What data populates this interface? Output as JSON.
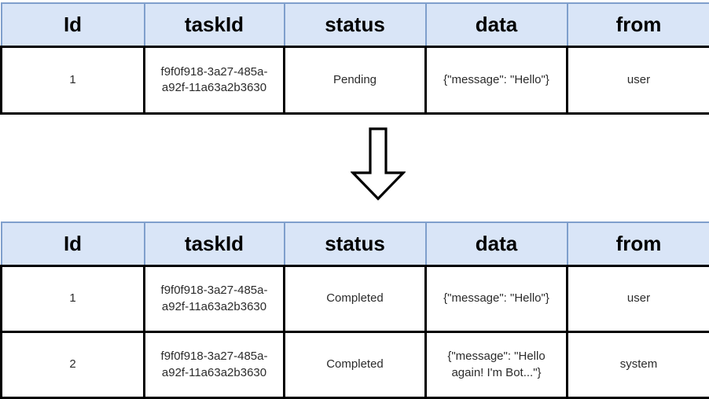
{
  "diagram": {
    "title": "Task table state transition",
    "arrow": {
      "icon": "down-arrow-icon",
      "direction": "down"
    },
    "colors": {
      "header_fill": "#d9e5f7",
      "header_border": "#7f9fcc",
      "body_border": "#000000",
      "text": "#2b2b2b"
    }
  },
  "tables": [
    {
      "name": "before",
      "columns": [
        "Id",
        "taskId",
        "status",
        "data",
        "from"
      ],
      "rows": [
        {
          "id": "1",
          "taskId": "f9f0f918-3a27-485a-a92f-11a63a2b3630",
          "status": "Pending",
          "data": "{\"message\": \"Hello\"}",
          "from": "user"
        }
      ]
    },
    {
      "name": "after",
      "columns": [
        "Id",
        "taskId",
        "status",
        "data",
        "from"
      ],
      "rows": [
        {
          "id": "1",
          "taskId": "f9f0f918-3a27-485a-a92f-11a63a2b3630",
          "status": "Completed",
          "data": "{\"message\": \"Hello\"}",
          "from": "user"
        },
        {
          "id": "2",
          "taskId": "f9f0f918-3a27-485a-a92f-11a63a2b3630",
          "status": "Completed",
          "data": "{\"message\": \"Hello again! I'm Bot...\"}",
          "from": "system"
        }
      ]
    }
  ]
}
